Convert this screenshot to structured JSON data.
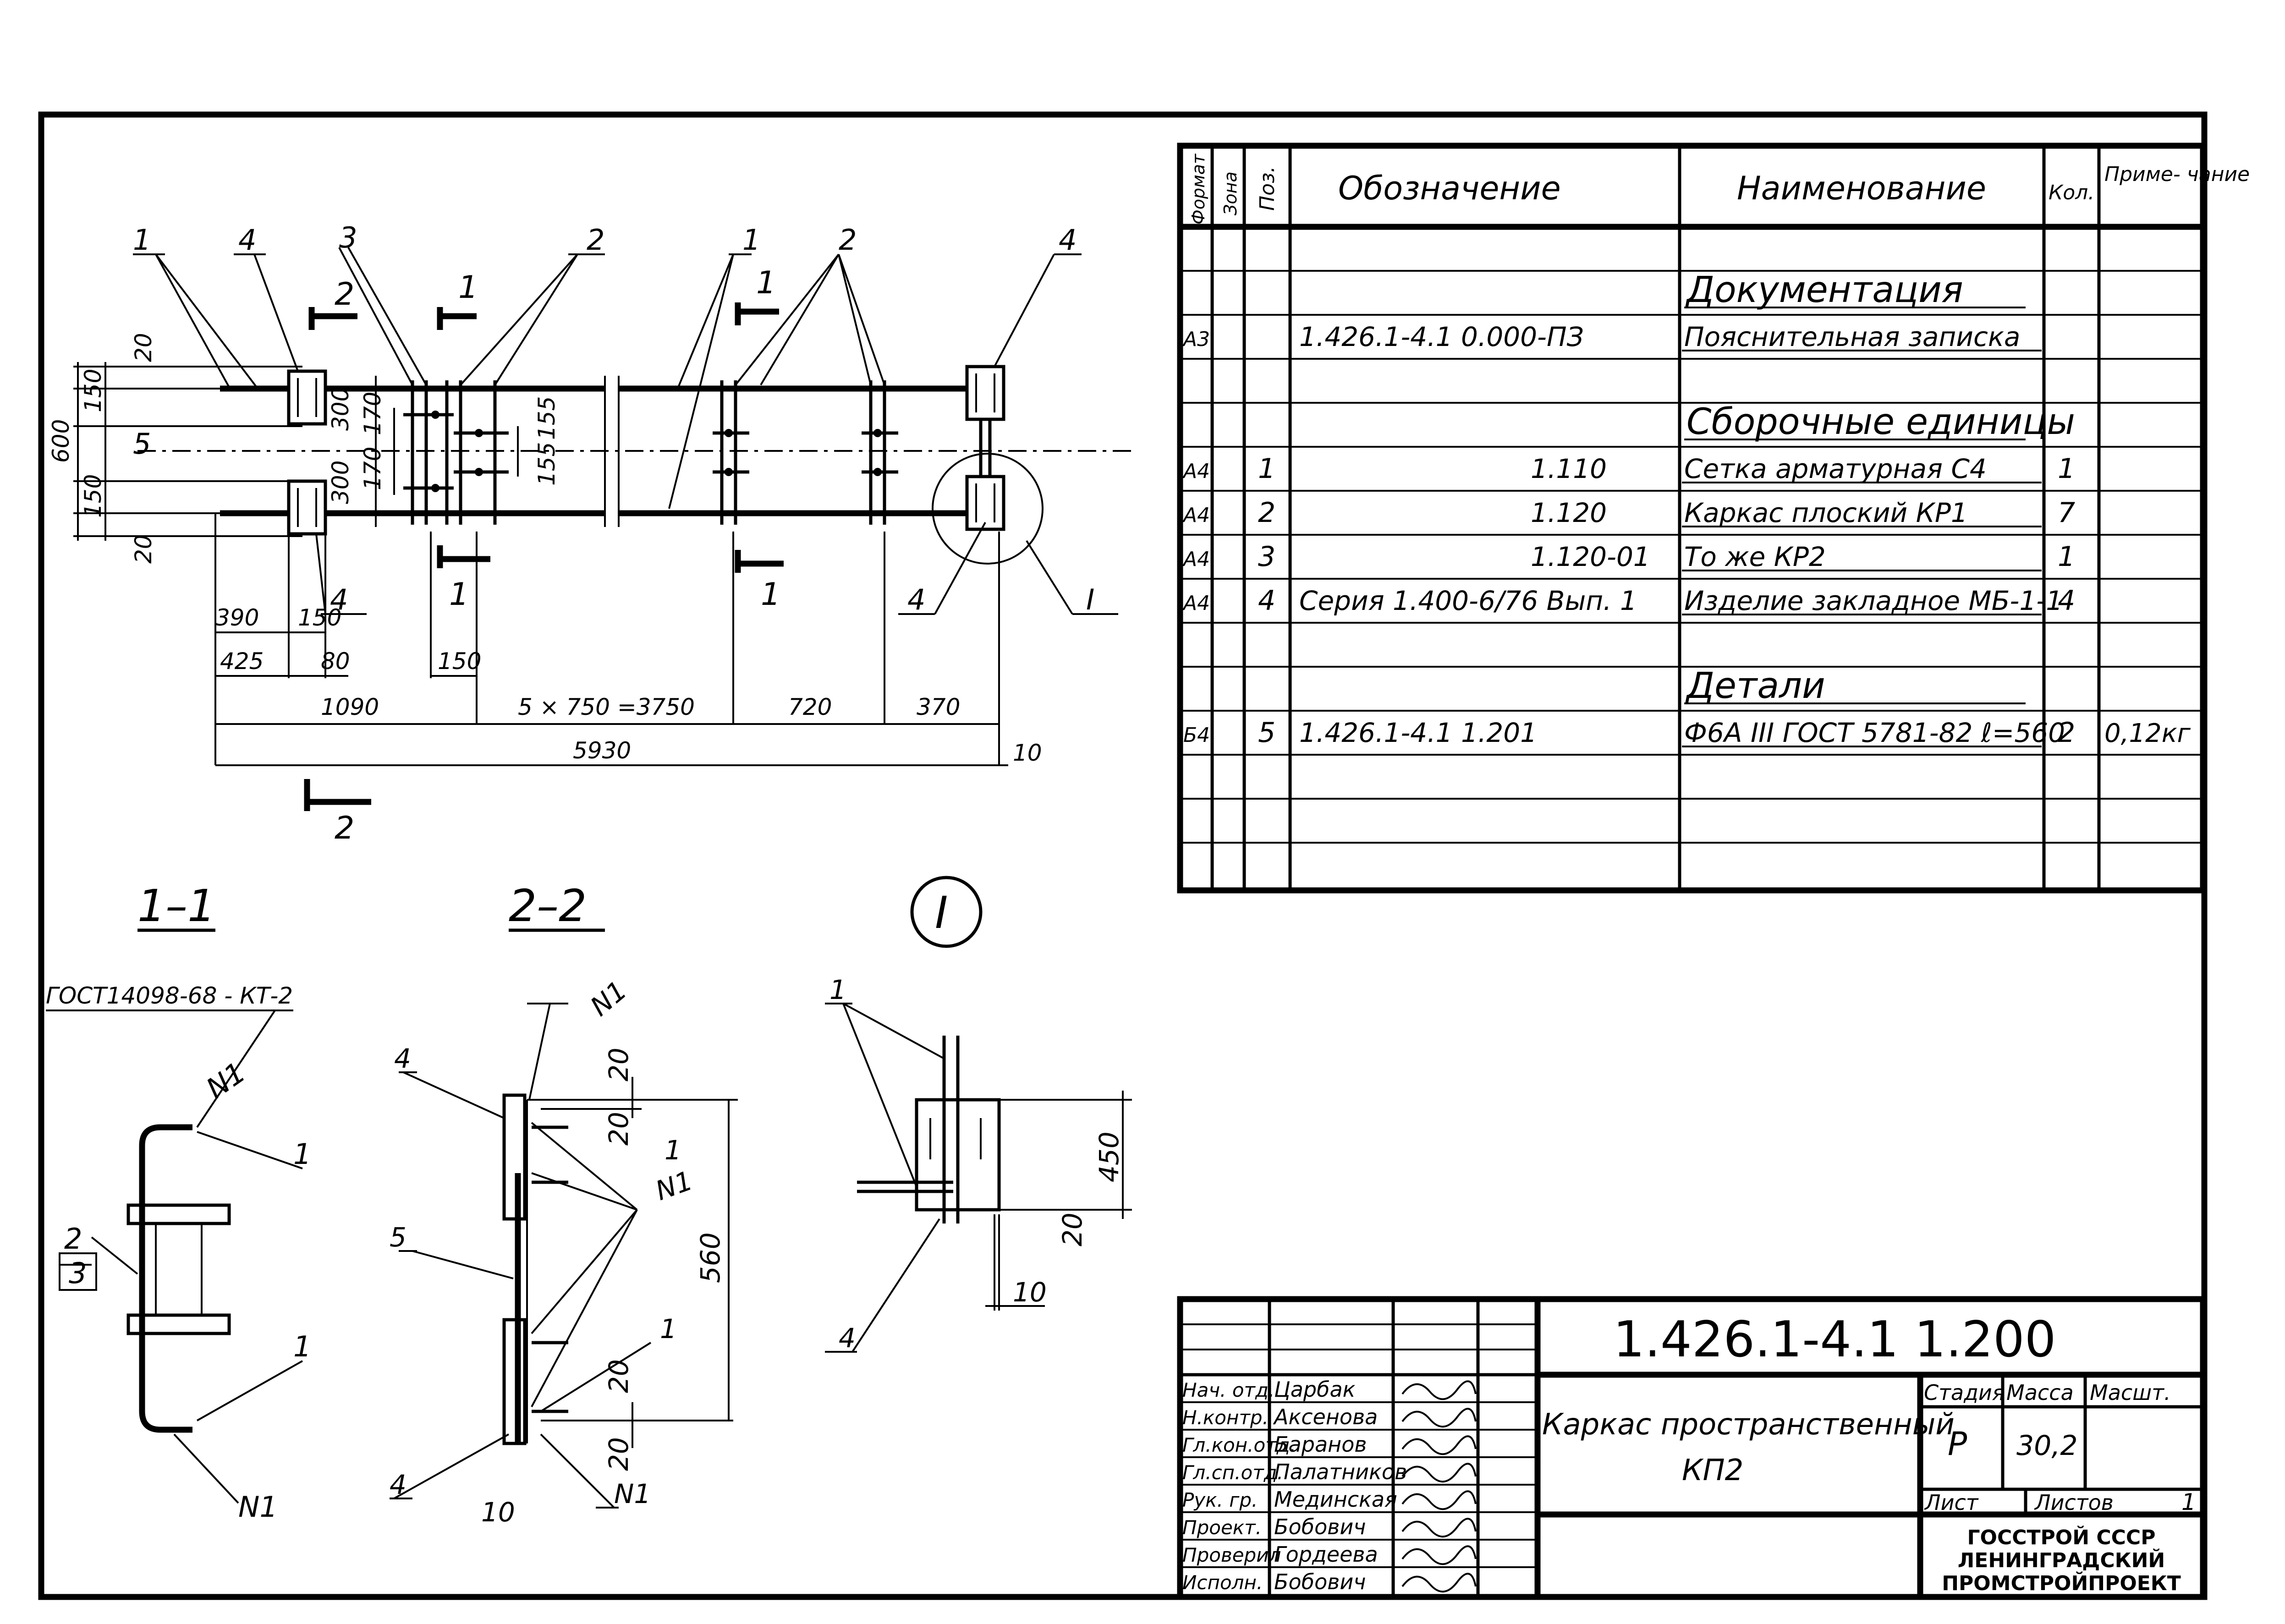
{
  "plan": {
    "leaders": [
      "1",
      "4",
      "3",
      "2",
      "1",
      "2",
      "4",
      "4",
      "4",
      "5",
      "I",
      "1"
    ],
    "cuts": {
      "c1": "1",
      "c2": "2"
    },
    "dims_left": [
      "600",
      "150",
      "150",
      "20",
      "20"
    ],
    "dims_mid": [
      "300",
      "300",
      "170",
      "170",
      "155",
      "155"
    ],
    "dims_bottom": [
      "390",
      "150",
      "425",
      "80",
      "150",
      "1090",
      "5 × 750 =3750",
      "720",
      "370",
      "5930",
      "10"
    ]
  },
  "sections": {
    "s11_title": "1–1",
    "s22_title": "2–2",
    "detail_title": "I",
    "gost_note": "ГОСТ14098-68 - КТ-2",
    "s11_labels": [
      "N1",
      "1",
      "2",
      "3",
      "1",
      "N1"
    ],
    "s22_labels": [
      "N1",
      "4",
      "1",
      "N1",
      "5",
      "1",
      "4",
      "N1",
      "20",
      "20",
      "560",
      "20",
      "20",
      "10"
    ],
    "detail_labels": [
      "1",
      "450",
      "20",
      "10",
      "4"
    ]
  },
  "spec": {
    "headers": {
      "format": "Формат",
      "zone": "Зона",
      "pos": "Поз.",
      "designation": "Обозначение",
      "name": "Наименование",
      "qty": "Кол.",
      "note": "Приме- чание"
    },
    "rows": [
      {
        "format": "",
        "pos": "",
        "designation": "",
        "name": "",
        "qty": "",
        "note": ""
      },
      {
        "format": "",
        "pos": "",
        "designation": "",
        "name": "Документация",
        "qty": "",
        "note": ""
      },
      {
        "format": "А3",
        "pos": "",
        "designation": "1.426.1-4.1  0.000-ПЗ",
        "name": "Пояснительная записка",
        "qty": "",
        "note": ""
      },
      {
        "format": "",
        "pos": "",
        "designation": "",
        "name": "",
        "qty": "",
        "note": ""
      },
      {
        "format": "",
        "pos": "",
        "designation": "",
        "name": "Сборочные единицы",
        "qty": "",
        "note": ""
      },
      {
        "format": "А4",
        "pos": "1",
        "designation": "1.110",
        "name": "Сетка арматурная С4",
        "qty": "1",
        "note": ""
      },
      {
        "format": "А4",
        "pos": "2",
        "designation": "1.120",
        "name": "Каркас плоский КР1",
        "qty": "7",
        "note": ""
      },
      {
        "format": "А4",
        "pos": "3",
        "designation": "1.120-01",
        "name": "То же          КР2",
        "qty": "1",
        "note": ""
      },
      {
        "format": "А4",
        "pos": "4",
        "designation": "Серия 1.400-6/76 Вып. 1",
        "name": "Изделие закладное  МБ-1-1",
        "qty": "4",
        "note": ""
      },
      {
        "format": "",
        "pos": "",
        "designation": "",
        "name": "",
        "qty": "",
        "note": ""
      },
      {
        "format": "",
        "pos": "",
        "designation": "",
        "name": "Детали",
        "qty": "",
        "note": ""
      },
      {
        "format": "Б4",
        "pos": "5",
        "designation": "1.426.1-4.1      1.201",
        "name": "Ф6А III ГОСТ 5781-82  ℓ=560",
        "qty": "2",
        "note": "0,12кг"
      },
      {
        "format": "",
        "pos": "",
        "designation": "",
        "name": "",
        "qty": "",
        "note": ""
      },
      {
        "format": "",
        "pos": "",
        "designation": "",
        "name": "",
        "qty": "",
        "note": ""
      },
      {
        "format": "",
        "pos": "",
        "designation": "",
        "name": "",
        "qty": "",
        "note": ""
      }
    ]
  },
  "title_block": {
    "code": "1.426.1-4.1      1.200",
    "product_name": "Каркас пространственный",
    "product_mark": "КП2",
    "stage_label": "Стадия",
    "mass_label": "Масса",
    "scale_label": "Масшт.",
    "stage": "Р",
    "mass": "30,2",
    "sheet_label": "Лист",
    "sheets_label": "Листов",
    "sheets": "1",
    "org": [
      "ГОССТРОЙ СССР",
      "ЛЕНИНГРАДСКИЙ",
      "ПРОМСТРОЙПРОЕКТ"
    ],
    "signatures": [
      {
        "role": "Нач. отд.",
        "name": "Царбак"
      },
      {
        "role": "Н.контр.",
        "name": "Аксенова"
      },
      {
        "role": "Гл.кон.отд.",
        "name": "Баранов"
      },
      {
        "role": "Гл.сп.отд.",
        "name": "Палатников"
      },
      {
        "role": "Рук. гр.",
        "name": "Мединская"
      },
      {
        "role": "Проект.",
        "name": "Бобович"
      },
      {
        "role": "Проверил",
        "name": "Гордеева"
      },
      {
        "role": "Исполн.",
        "name": "Бобович"
      }
    ]
  }
}
